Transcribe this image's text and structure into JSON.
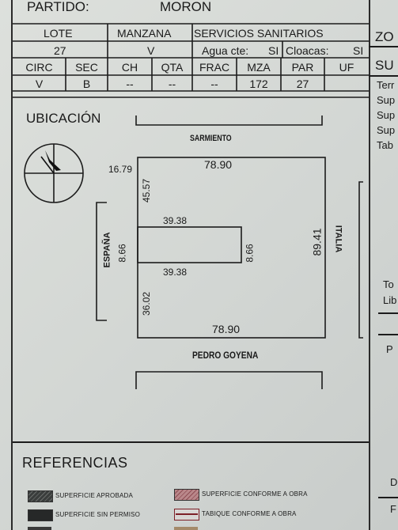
{
  "header": {
    "partido_label": "PARTIDO:",
    "partido_value": "MORON",
    "zone_clip": "ZO"
  },
  "table": {
    "lote_label": "LOTE",
    "lote_value": "27",
    "manzana_label": "MANZANA",
    "manzana_value": "V",
    "servicios_label": "SERVICIOS SANITARIOS",
    "agua_label": "Agua cte:",
    "agua_value": "SI",
    "cloacas_label": "Cloacas:",
    "cloacas_value": "SI",
    "columns": [
      "CIRC",
      "SEC",
      "CH",
      "QTA",
      "FRAC",
      "MZA",
      "PAR",
      "UF"
    ],
    "values": [
      "V",
      "B",
      "--",
      "--",
      "--",
      "172",
      "27",
      ""
    ]
  },
  "right_panel": {
    "su": "SU",
    "rows": [
      "Terr",
      "Sup",
      "Sup",
      "Sup",
      "Tab"
    ],
    "to": "To",
    "lib": "Lib",
    "p": "P",
    "d": "D",
    "f": "F"
  },
  "ubicacion": {
    "label": "UBICACIÓN",
    "streets": {
      "north": "SARMIENTO",
      "south": "PEDRO GOYENA",
      "west": "ESPAÑA",
      "east": "ITALIA"
    },
    "dimensions": {
      "top": "78.90",
      "bottom": "78.90",
      "right": "89.41",
      "corner": "16.79",
      "upper_left": "45.57",
      "lower_left": "36.02",
      "lot_top": "39.38",
      "lot_bottom": "39.38",
      "lot_left": "8.66",
      "lot_right": "8.66"
    }
  },
  "referencias": {
    "title": "REFERENCIAS",
    "items": [
      {
        "label": "SUPERFICIE APROBADA",
        "color": "#3a3d3c"
      },
      {
        "label": "SUPERFICIE CONFORME A OBRA",
        "color": "#b9878a"
      },
      {
        "label": "SUPERFICIE SIN PERMISO",
        "color": "#262828"
      },
      {
        "label": "TABIQUE CONFORME A OBRA",
        "color": "#7d1f27"
      }
    ]
  }
}
